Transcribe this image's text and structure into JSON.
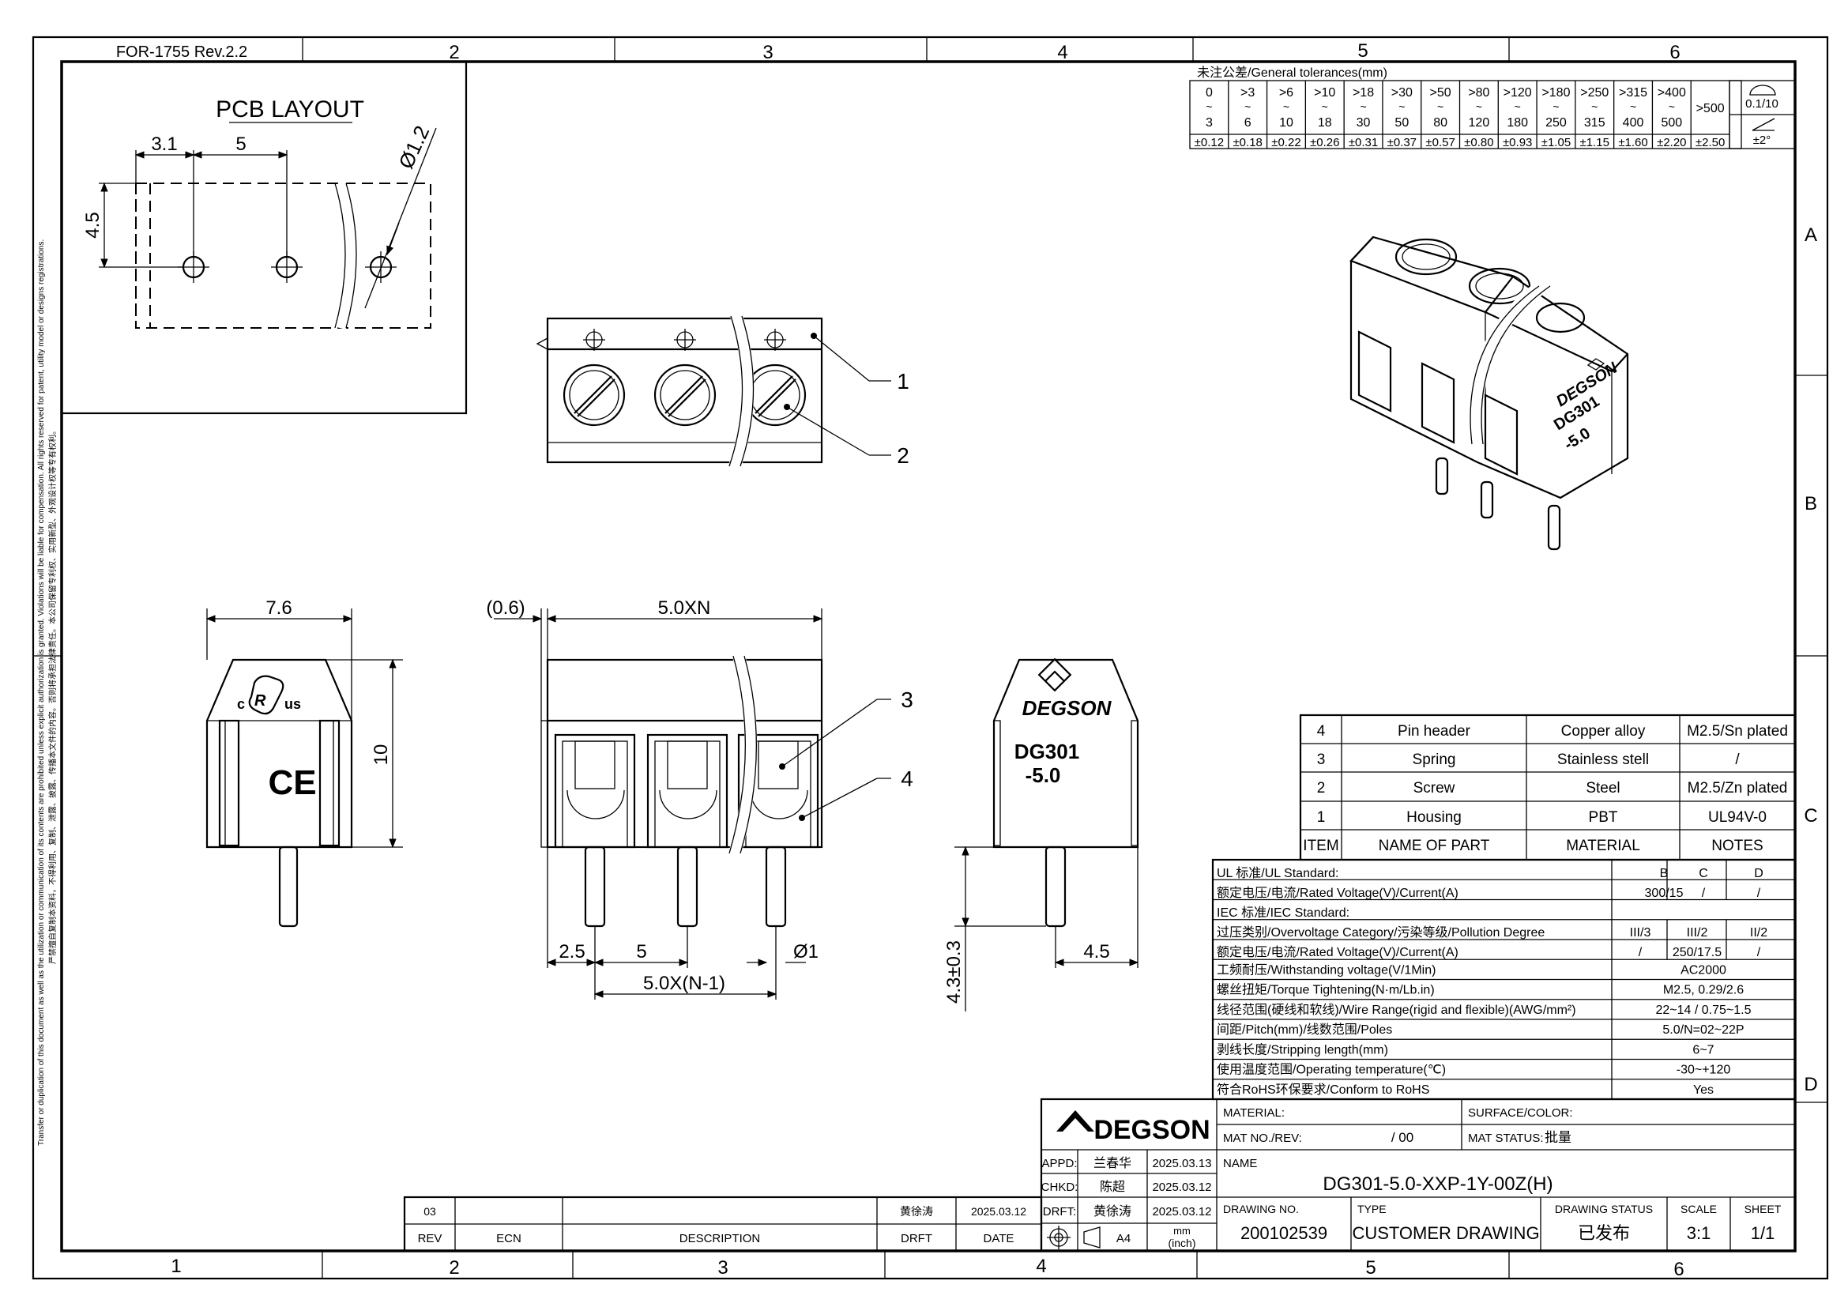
{
  "form_code": "FOR-1755 Rev.2.2",
  "zones": {
    "top": [
      "2",
      "3",
      "4",
      "5",
      "6"
    ],
    "bottom": [
      "1",
      "2",
      "3",
      "4",
      "5",
      "6"
    ],
    "right": [
      "A",
      "B",
      "C",
      "D"
    ]
  },
  "side_notice": "Transfer or duplication of this document as well as the utilization or communication of its contents are prohibited unless explicit authorization is granted. Violations will be liable for compensation. All rights reserved for patent, utility model or designs registrations.",
  "side_notice_cn": "严禁擅自复制本资料，不得利用、复制、泄露、披露、传播本文件的内容。否则将承担法律责任。本公司保留专利权、实用新型、外观设计权等专有权利。",
  "pcb_layout": {
    "title": "PCB LAYOUT",
    "dim_edge": "3.1",
    "dim_pitch": "5",
    "dim_height": "4.5",
    "dim_hole": "Ø1.2"
  },
  "top_view": {
    "callouts": [
      "1",
      "2"
    ]
  },
  "front_view": {
    "dim_overall": "5.0XN",
    "dim_offset": "(0.6)",
    "dim_edge": "2.5",
    "dim_pitch": "5",
    "dim_pin": "Ø1",
    "dim_span": "5.0X(N-1)",
    "callouts": [
      "3",
      "4"
    ]
  },
  "side_view_left": {
    "dim_width": "7.6",
    "dim_height": "10"
  },
  "side_view_right": {
    "brand": "DEGSON",
    "model_line1": "DG301",
    "model_line2": "-5.0",
    "dim_pin_length": "4.3±0.3",
    "dim_offset": "4.5"
  },
  "tolerances": {
    "title": "未注公差/General tolerances(mm)",
    "ranges": [
      {
        "from": "0",
        "to": "3",
        "tol": "±0.12"
      },
      {
        "from": ">3",
        "to": "6",
        "tol": "±0.18"
      },
      {
        "from": ">6",
        "to": "10",
        "tol": "±0.22"
      },
      {
        "from": ">10",
        "to": "18",
        "tol": "±0.26"
      },
      {
        "from": ">18",
        "to": "30",
        "tol": "±0.31"
      },
      {
        "from": ">30",
        "to": "50",
        "tol": "±0.37"
      },
      {
        "from": ">50",
        "to": "80",
        "tol": "±0.57"
      },
      {
        "from": ">80",
        "to": "120",
        "tol": "±0.80"
      },
      {
        "from": ">120",
        "to": "180",
        "tol": "±0.93"
      },
      {
        "from": ">180",
        "to": "250",
        "tol": "±1.05"
      },
      {
        "from": ">250",
        "to": "315",
        "tol": "±1.15"
      },
      {
        "from": ">315",
        "to": "400",
        "tol": "±1.60"
      },
      {
        "from": ">400",
        "to": "500",
        "tol": "±2.20"
      },
      {
        "from": ">500",
        "to": "",
        "tol": "±2.50"
      }
    ],
    "flatness": "0.1/10",
    "angle": "±2°"
  },
  "bom": {
    "headers": [
      "ITEM",
      "NAME OF PART",
      "MATERIAL",
      "NOTES"
    ],
    "rows": [
      {
        "item": "4",
        "name": "Pin header",
        "material": "Copper alloy",
        "notes": "M2.5/Sn plated"
      },
      {
        "item": "3",
        "name": "Spring",
        "material": "Stainless stell",
        "notes": "/"
      },
      {
        "item": "2",
        "name": "Screw",
        "material": "Steel",
        "notes": "M2.5/Zn plated"
      },
      {
        "item": "1",
        "name": "Housing",
        "material": "PBT",
        "notes": "UL94V-0"
      }
    ]
  },
  "specs": {
    "ul_label": "UL 标准/UL Standard:",
    "ul_cols": [
      "B",
      "C",
      "D"
    ],
    "ul_rated_label": "额定电压/电流/Rated Voltage(V)/Current(A)",
    "ul_rated": [
      "300/15",
      "/",
      "/"
    ],
    "iec_label": "IEC 标准/IEC Standard:",
    "overvoltage_label": "过压类别/Overvoltage Category/污染等级/Pollution Degree",
    "overvoltage": [
      "III/3",
      "III/2",
      "II/2"
    ],
    "iec_rated_label": "额定电压/电流/Rated Voltage(V)/Current(A)",
    "iec_rated": [
      "/",
      "250/17.5",
      "/"
    ],
    "rows": [
      {
        "label": "工频耐压/Withstanding voltage(V/1Min)",
        "value": "AC2000"
      },
      {
        "label": "螺丝扭矩/Torque Tightening(N·m/Lb.in)",
        "value": "M2.5, 0.29/2.6"
      },
      {
        "label": "线径范围(硬线和软线)/Wire Range(rigid and flexible)(AWG/mm²)",
        "value": "22~14 / 0.75~1.5"
      },
      {
        "label": "间距/Pitch(mm)/线数范围/Poles",
        "value": "5.0/N=02~22P"
      },
      {
        "label": "剥线长度/Stripping length(mm)",
        "value": "6~7"
      },
      {
        "label": "使用温度范围/Operating temperature(℃)",
        "value": "-30~+120"
      },
      {
        "label": "符合RoHS环保要求/Conform to RoHS",
        "value": "Yes"
      }
    ]
  },
  "title_block": {
    "logo": "DEGSON",
    "material_label": "MATERIAL:",
    "surface_label": "SURFACE/COLOR:",
    "mat_no_label": "MAT NO./REV:",
    "mat_no_value": "/ 00",
    "mat_status_label": "MAT STATUS:",
    "mat_status_value": "批量",
    "name_label": "NAME",
    "name_value": "DG301-5.0-XXP-1Y-00Z(H)",
    "appd_label": "APPD:",
    "appd_name": "兰春华",
    "appd_date": "2025.03.13",
    "chkd_label": "CHKD:",
    "chkd_name": "陈超",
    "chkd_date": "2025.03.12",
    "drft_label": "DRFT:",
    "drft_name": "黄徐涛",
    "drft_date": "2025.03.12",
    "paper": "A4",
    "unit_top": "mm",
    "unit_bottom": "(inch)",
    "drawing_no_label": "DRAWING NO.",
    "drawing_no": "200102539",
    "type_label": "TYPE",
    "type_value": "CUSTOMER DRAWING",
    "status_label": "DRAWING STATUS",
    "status_value": "已发布",
    "scale_label": "SCALE",
    "scale_value": "3:1",
    "sheet_label": "SHEET",
    "sheet_value": "1/1"
  },
  "revision": {
    "row": {
      "rev": "03",
      "ecn": "",
      "description": "",
      "drft": "黄徐涛",
      "date": "2025.03.12"
    },
    "headers": {
      "rev": "REV",
      "ecn": "ECN",
      "description": "DESCRIPTION",
      "drft": "DRFT",
      "date": "DATE"
    }
  }
}
